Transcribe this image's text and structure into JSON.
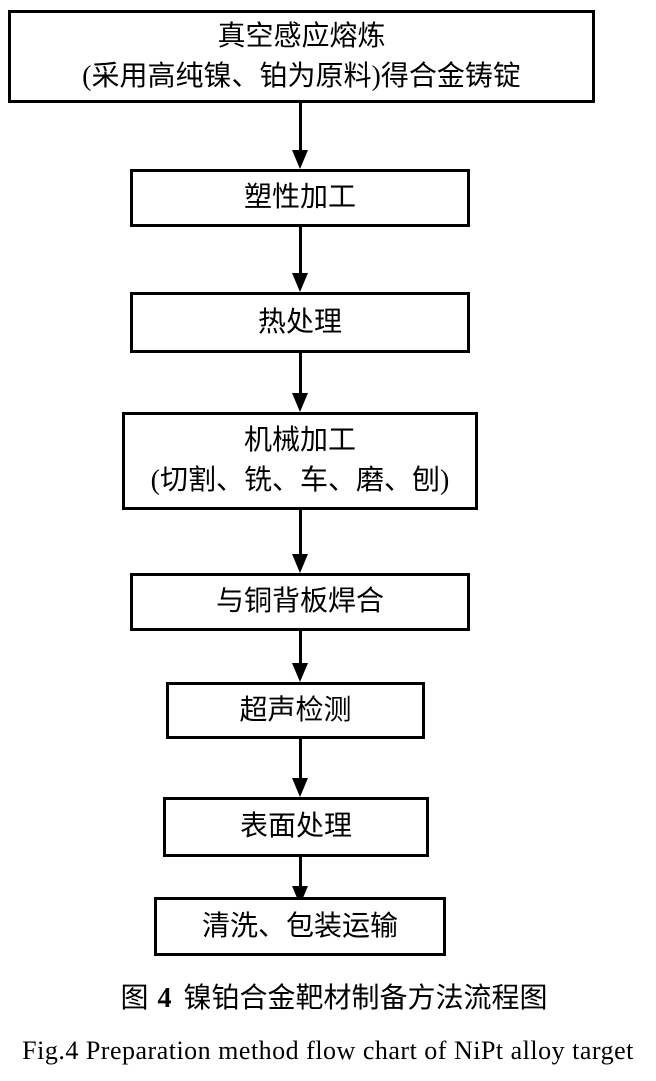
{
  "figure": {
    "nodes": [
      {
        "name": "vacuum-induction-melting",
        "lines": [
          "真空感应熔炼",
          "(采用高纯镍、铂为原料)得合金铸锭"
        ]
      },
      {
        "name": "plastic-working",
        "lines": [
          "塑性加工"
        ]
      },
      {
        "name": "heat-treatment",
        "lines": [
          "热处理"
        ]
      },
      {
        "name": "machining",
        "lines": [
          "机械加工",
          "(切割、铣、车、磨、刨)"
        ]
      },
      {
        "name": "welding-to-copper-backing-plate",
        "lines": [
          "与铜背板焊合"
        ]
      },
      {
        "name": "ultrasonic-testing",
        "lines": [
          "超声检测"
        ]
      },
      {
        "name": "surface-treatment",
        "lines": [
          "表面处理"
        ]
      },
      {
        "name": "cleaning-packaging-transport",
        "lines": [
          "清洗、包装运输"
        ]
      }
    ],
    "caption_zh": {
      "figure_label": "图",
      "figure_number": "4",
      "title": "镍铂合金靶材制备方法流程图"
    },
    "caption_en": "Fig.4 Preparation method flow chart of NiPt alloy target",
    "colors": {
      "border": "#000000",
      "background": "#ffffff",
      "text": "#000000"
    }
  }
}
